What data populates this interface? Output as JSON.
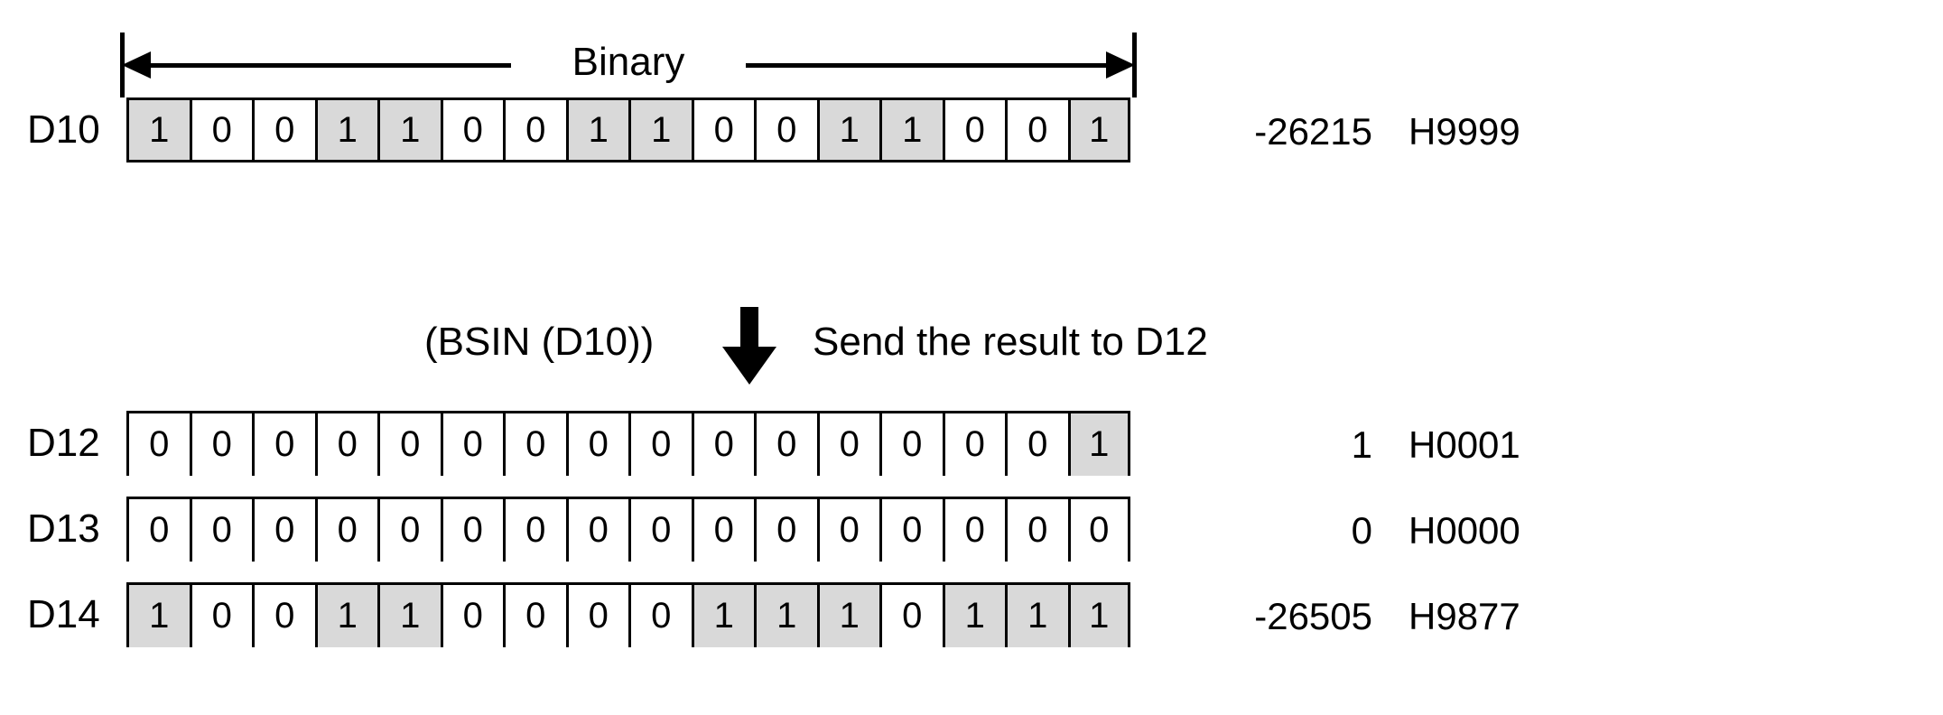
{
  "diagram": {
    "span_label": "Binary",
    "operation_expr": "(BSIN (D10))",
    "operation_text": "Send the result to D12",
    "arrow_icon": "down-arrow-icon",
    "colors": {
      "bit_on_fill": "#d9d9d9",
      "bit_off_fill": "#ffffff",
      "line": "#000000"
    },
    "source": {
      "label": "D10",
      "bits": [
        "1",
        "0",
        "0",
        "1",
        "1",
        "0",
        "0",
        "1",
        "1",
        "0",
        "0",
        "1",
        "1",
        "0",
        "0",
        "1"
      ],
      "decimal": "-26215",
      "hex": "H9999"
    },
    "result_rows": [
      {
        "label": "D12",
        "bits": [
          "0",
          "0",
          "0",
          "0",
          "0",
          "0",
          "0",
          "0",
          "0",
          "0",
          "0",
          "0",
          "0",
          "0",
          "0",
          "1"
        ],
        "decimal": "1",
        "hex": "H0001"
      },
      {
        "label": "D13",
        "bits": [
          "0",
          "0",
          "0",
          "0",
          "0",
          "0",
          "0",
          "0",
          "0",
          "0",
          "0",
          "0",
          "0",
          "0",
          "0",
          "0"
        ],
        "decimal": "0",
        "hex": "H0000"
      },
      {
        "label": "D14",
        "bits": [
          "1",
          "0",
          "0",
          "1",
          "1",
          "0",
          "0",
          "0",
          "0",
          "1",
          "1",
          "1",
          "0",
          "1",
          "1",
          "1"
        ],
        "decimal": "-26505",
        "hex": "H9877"
      }
    ]
  }
}
